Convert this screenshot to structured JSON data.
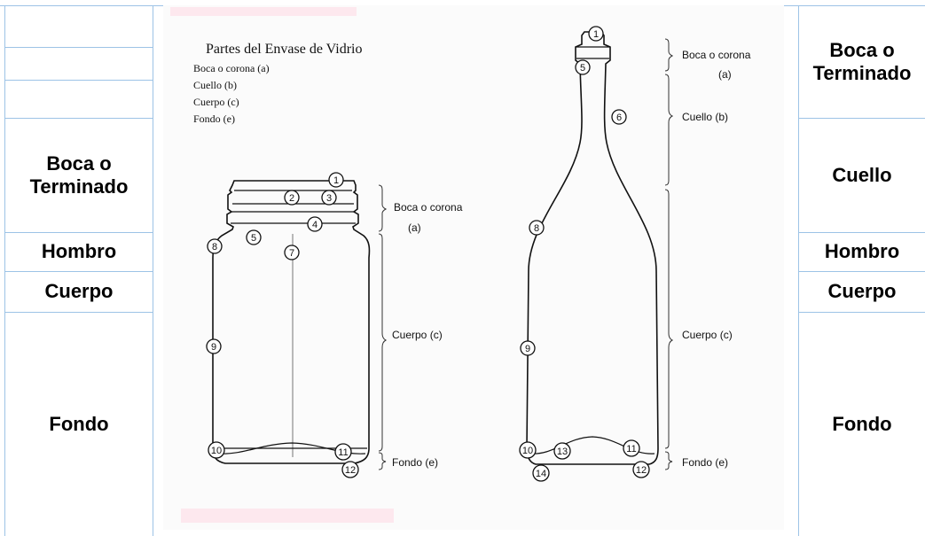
{
  "diagram": {
    "title": "Partes del Envase de Vidrio",
    "legend": [
      "Boca o corona (a)",
      "Cuello (b)",
      "Cuerpo (c)",
      "Fondo (e)"
    ],
    "jar_labels": {
      "boca_line1": "Boca o corona",
      "boca_line2": "(a)",
      "cuerpo": "Cuerpo (c)",
      "fondo": "Fondo (e)"
    },
    "bottle_labels": {
      "boca_line1": "Boca o corona",
      "boca_line2": "(a)",
      "cuello": "Cuello (b)",
      "cuerpo": "Cuerpo (c)",
      "fondo": "Fondo (e)"
    },
    "jar_numbers": [
      "1",
      "2",
      "3",
      "4",
      "5",
      "7",
      "8",
      "9",
      "10",
      "11",
      "12"
    ],
    "bottle_numbers": [
      "1",
      "5",
      "6",
      "8",
      "9",
      "10",
      "11",
      "12",
      "13",
      "14"
    ]
  },
  "left_column": {
    "labels": [
      "Boca o\nTerminado",
      "Hombro",
      "Cuerpo",
      "Fondo"
    ]
  },
  "right_column": {
    "labels": [
      "Boca o\nTerminado",
      "Cuello",
      "Hombro",
      "Cuerpo",
      "Fondo"
    ]
  },
  "colors": {
    "grid": "#9dc3e6",
    "ink": "#111111"
  }
}
